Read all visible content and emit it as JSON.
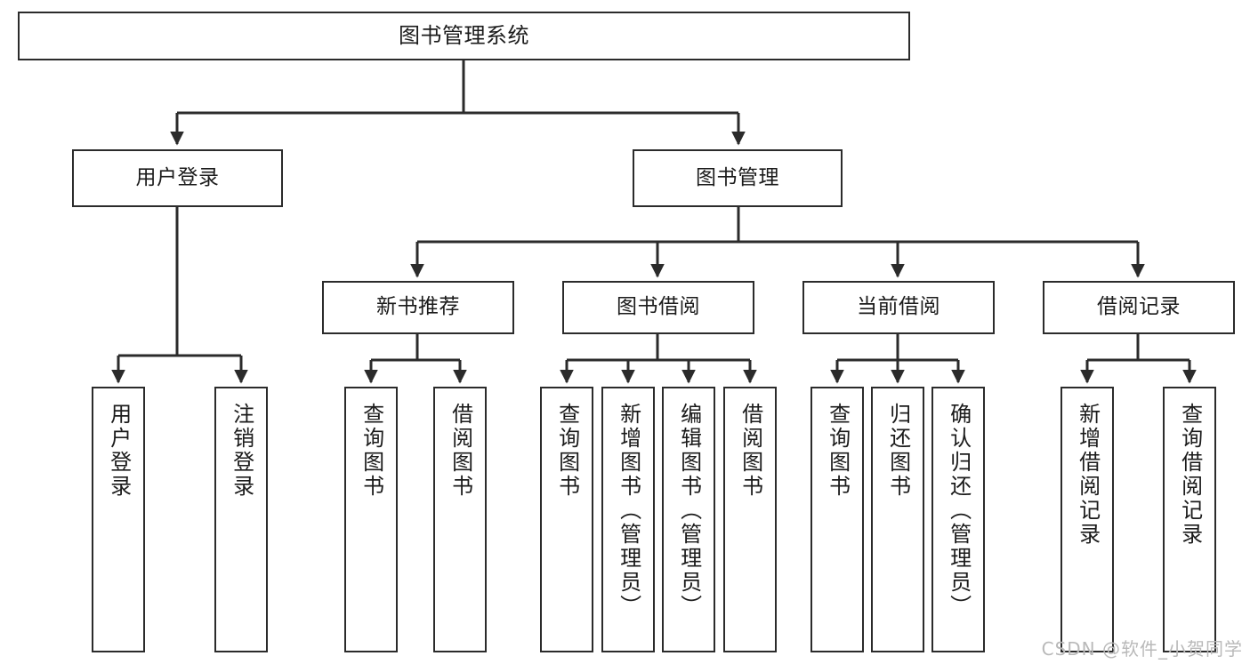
{
  "diagram": {
    "title": "图书管理系统",
    "type": "tree",
    "watermark": "CSDN @软件_小贺同学",
    "colors": {
      "border": "#2b2b2b",
      "background": "#ffffff",
      "text": "#1b1b1b",
      "watermark": "#b9b9b9"
    },
    "root": {
      "label": "图书管理系统"
    },
    "level2": [
      {
        "label": "用户登录"
      },
      {
        "label": "图书管理"
      }
    ],
    "level3": [
      {
        "label": "新书推荐"
      },
      {
        "label": "图书借阅"
      },
      {
        "label": "当前借阅"
      },
      {
        "label": "借阅记录"
      }
    ],
    "leaves": [
      {
        "label": "用户登录",
        "parent": "用户登录"
      },
      {
        "label": "注销登录",
        "parent": "用户登录"
      },
      {
        "label": "查询图书",
        "parent": "新书推荐"
      },
      {
        "label": "借阅图书",
        "parent": "新书推荐"
      },
      {
        "label": "查询图书",
        "parent": "图书借阅"
      },
      {
        "label": "新增图书（管理员）",
        "parent": "图书借阅"
      },
      {
        "label": "编辑图书（管理员）",
        "parent": "图书借阅"
      },
      {
        "label": "借阅图书",
        "parent": "图书借阅"
      },
      {
        "label": "查询图书",
        "parent": "当前借阅"
      },
      {
        "label": "归还图书",
        "parent": "当前借阅"
      },
      {
        "label": "确认归还（管理员）",
        "parent": "当前借阅"
      },
      {
        "label": "新增借阅记录",
        "parent": "借阅记录"
      },
      {
        "label": "查询借阅记录",
        "parent": "借阅记录"
      }
    ]
  }
}
